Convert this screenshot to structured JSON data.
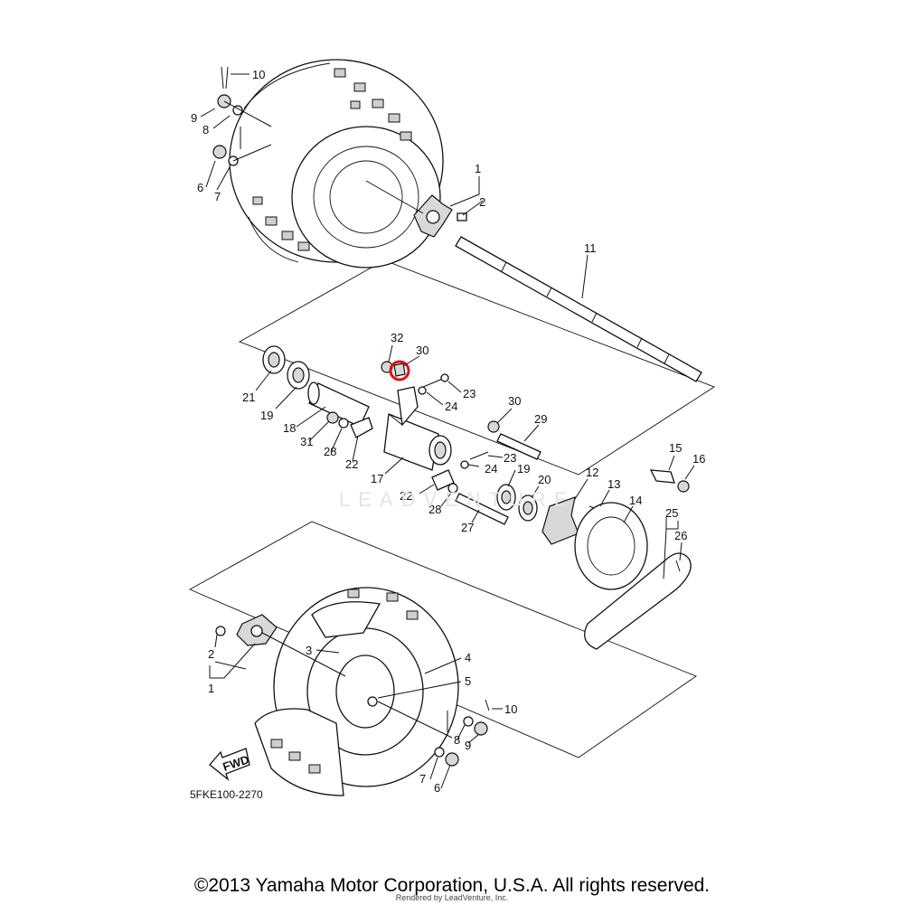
{
  "diagram": {
    "code": "5FKE100-2270",
    "watermark": "LEADVENTURE",
    "copyright": "©2013 Yamaha Motor Corporation, U.S.A. All rights reserved.",
    "rendered_by": "Rendered by LeadVenture, Inc.",
    "fwd_label": "FWD",
    "highlight_color": "#e01010",
    "highlighted_part": "30",
    "callouts": {
      "top_10": "10",
      "top_9": "9",
      "top_8": "8",
      "top_6": "6",
      "top_7": "7",
      "top_1": "1",
      "top_2": "2",
      "p11": "11",
      "p32": "32",
      "p30a": "30",
      "p23a": "23",
      "p24a": "24",
      "p21": "21",
      "p19a": "19",
      "p18": "18",
      "p31": "31",
      "p28a": "28",
      "p22a": "22",
      "p30b": "30",
      "p29": "29",
      "p23b": "23",
      "p24b": "24",
      "p17": "17",
      "p19b": "19",
      "p20": "20",
      "p22b": "22",
      "p28b": "28",
      "p27": "27",
      "p12": "12",
      "p13": "13",
      "p14": "14",
      "p15": "15",
      "p16": "16",
      "p25": "25",
      "p26": "26",
      "bot_2": "2",
      "bot_1": "1",
      "bot_3": "3",
      "bot_4": "4",
      "bot_5": "5",
      "bot_10": "10",
      "bot_8": "8",
      "bot_9": "9",
      "bot_7": "7",
      "bot_6": "6"
    }
  }
}
